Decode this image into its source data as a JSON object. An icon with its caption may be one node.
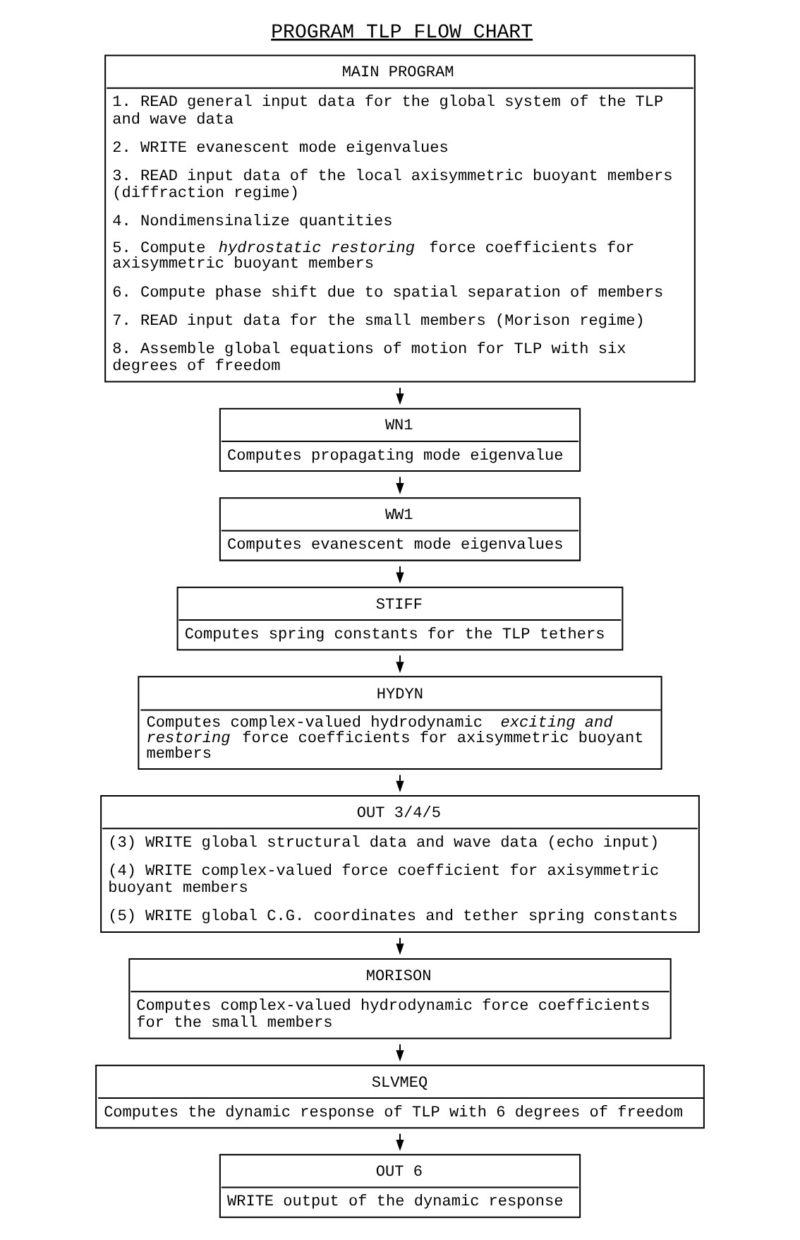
{
  "diagram": {
    "title": "PROGRAM TLP FLOW CHART",
    "nodes": [
      {
        "text": [
          "MAIN PROGRAM",
          "1. READ general input data for the global system of the TLP and wave data",
          "2. WRITE evanescent mode eigenvalues",
          "3. READ input data of the local axisymmetric buoyant members (diffraction regime)",
          "4. Nondimensinalize quantities",
          "5. Compute *hydrostatic restoring* force coefficients for axisymmetric buoyant members",
          "6. Compute phase shift due to spatial separation of members",
          "7. READ input data for the small members (Morison regime)",
          "8. Assemble global equations of motion for TLP with six degrees of freedom"
        ]
      },
      {
        "text": [
          "WN1",
          "Computes propagating mode eigenvalue"
        ]
      },
      {
        "text": [
          "WW1",
          "Computes evanescent mode eigenvalues"
        ]
      },
      {
        "text": [
          "STIFF",
          "Computes spring constants for the TLP tethers"
        ]
      },
      {
        "text": [
          "HYDYN",
          "Computes complex-valued hydrodynamic *exciting and restoring* force coefficients for axisymmetric buoyant members"
        ]
      },
      {
        "text": [
          "OUT 3/4/5",
          "(3) WRITE global structural data and wave data (echo input)",
          "(4) WRITE complex-valued force coefficient for axisymmetric buoyant members",
          "(5) WRITE global C.G. coordinates and tether spring constants"
        ]
      },
      {
        "text": [
          "MORISON",
          "Computes complex-valued hydrodynamic force coefficients for the small members"
        ]
      },
      {
        "text": [
          "SLVMEQ",
          "Computes the dynamic response of TLP with 6 degrees of freedom"
        ]
      },
      {
        "text": [
          "OUT 6",
          "WRITE output of the dynamic response"
        ]
      }
    ],
    "edges": [
      {
        "from": 0,
        "to": 1,
        "arrow": "to"
      },
      {
        "from": 1,
        "to": 2,
        "arrow": "to"
      },
      {
        "from": 2,
        "to": 3,
        "arrow": "to"
      },
      {
        "from": 3,
        "to": 4,
        "arrow": "to"
      },
      {
        "from": 4,
        "to": 5,
        "arrow": "to"
      },
      {
        "from": 5,
        "to": 6,
        "arrow": "to"
      },
      {
        "from": 6,
        "to": 7,
        "arrow": "to"
      },
      {
        "from": 7,
        "to": 8,
        "arrow": "to"
      }
    ]
  }
}
